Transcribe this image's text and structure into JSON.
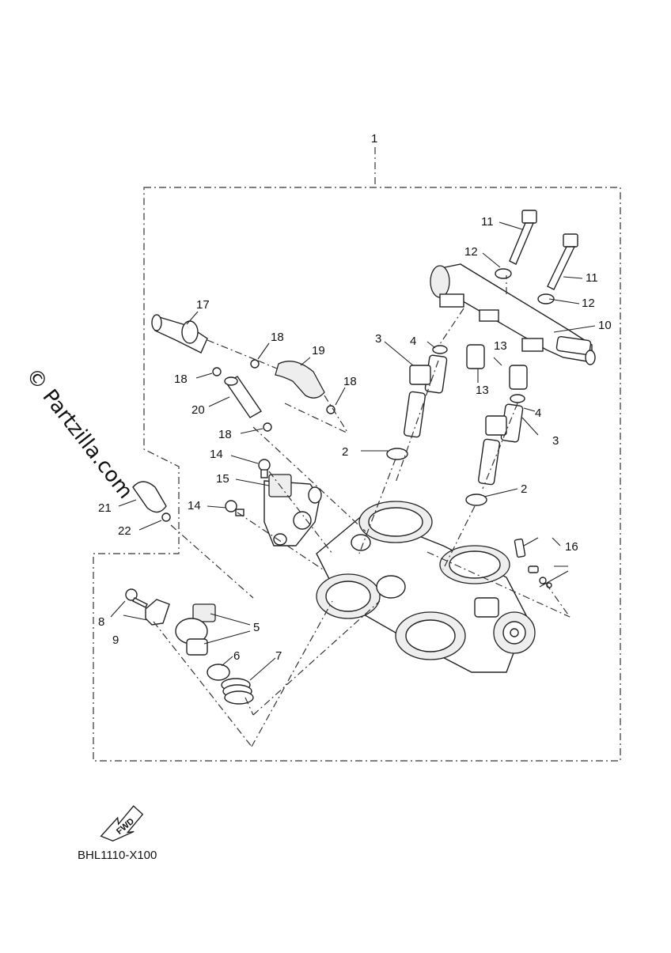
{
  "diagram": {
    "watermark": "© Partzilla.com",
    "reference_code": "BHL1110-X100",
    "fwd_label": "FWD",
    "callouts": {
      "c1": "1",
      "c2a": "2",
      "c2b": "2",
      "c3a": "3",
      "c3b": "3",
      "c4a": "4",
      "c4b": "4",
      "c5": "5",
      "c6": "6",
      "c7": "7",
      "c8": "8",
      "c9": "9",
      "c10": "10",
      "c11a": "11",
      "c11b": "11",
      "c12a": "12",
      "c12b": "12",
      "c13a": "13",
      "c13b": "13",
      "c14a": "14",
      "c14b": "14",
      "c15": "15",
      "c16": "16",
      "c17": "17",
      "c18a": "18",
      "c18b": "18",
      "c18c": "18",
      "c18d": "18",
      "c19": "19",
      "c20": "20",
      "c21": "21",
      "c22": "22"
    }
  }
}
